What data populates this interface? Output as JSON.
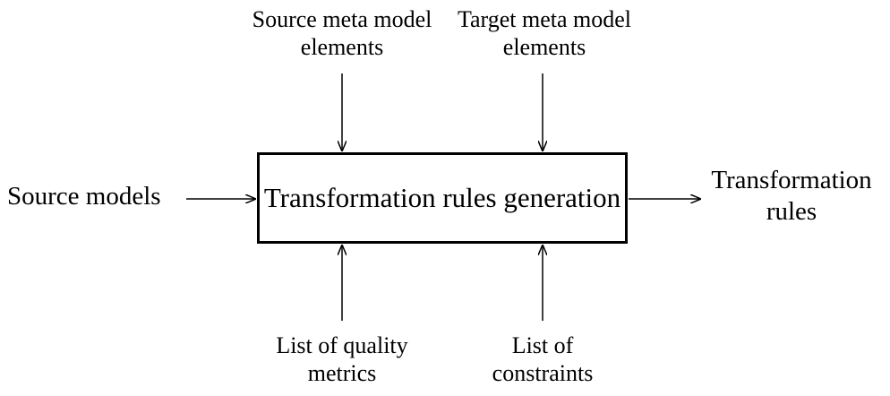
{
  "diagram": {
    "process": "Transformation rules generation",
    "inputs_top": [
      {
        "line1": "Source meta model",
        "line2": "elements"
      },
      {
        "line1": "Target meta model",
        "line2": "elements"
      }
    ],
    "inputs_bottom": [
      {
        "line1": "List of quality",
        "line2": "metrics"
      },
      {
        "line1": "List of",
        "line2": "constraints"
      }
    ],
    "input_left": "Source models",
    "output_right": {
      "line1": "Transformation",
      "line2": "rules"
    }
  },
  "colors": {
    "stroke": "#000000",
    "background": "#ffffff"
  }
}
